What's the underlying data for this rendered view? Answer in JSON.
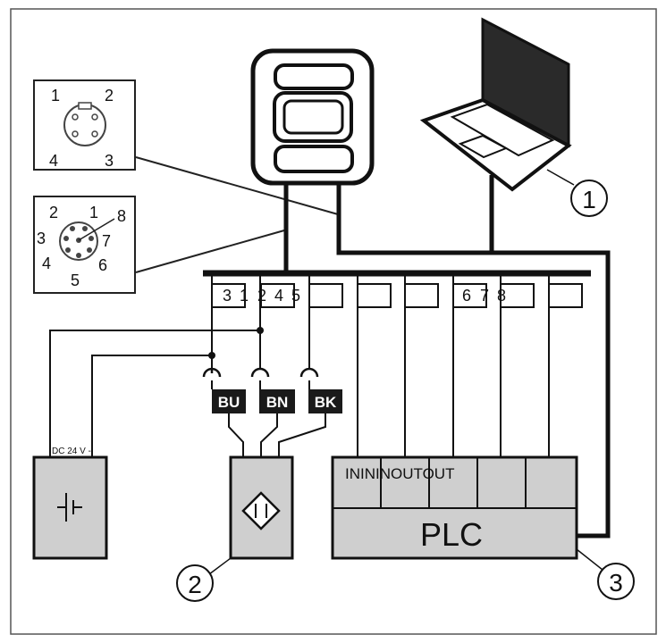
{
  "connector_4pin": {
    "pins": [
      "1",
      "2",
      "4",
      "3"
    ]
  },
  "connector_8pin": {
    "pins": [
      "2",
      "1",
      "8",
      "3",
      "7",
      "4",
      "6",
      "5"
    ]
  },
  "terminals": {
    "t1": "3",
    "t2": "1",
    "t3": "2",
    "t4": "4",
    "t5": "5",
    "t6": "6",
    "t7": "7",
    "t8": "8"
  },
  "wires": {
    "bu": "BU",
    "bn": "BN",
    "bk": "BK"
  },
  "power_supply": {
    "label": "DC 24 V -"
  },
  "plc": {
    "label": "PLC",
    "io": [
      "IN",
      "IN",
      "IN",
      "OUT",
      "OUT"
    ]
  },
  "callouts": [
    "1",
    "2",
    "3"
  ],
  "colors": {
    "line": "#111111",
    "box_fill": "#cfcfcf",
    "panel_fill": "#ffffff",
    "wire_tag_fill": "#1a1a1a",
    "wire_tag_text": "#ffffff"
  }
}
